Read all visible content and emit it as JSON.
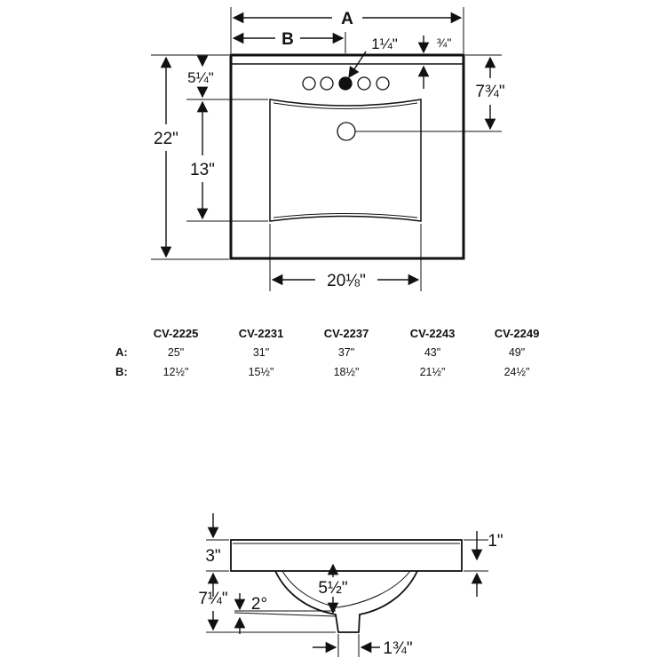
{
  "top_view": {
    "dim_A": "A",
    "dim_B": "B",
    "faucet_hole": "1¼\"",
    "back_edge": "¾\"",
    "to_drain": "7¾\"",
    "to_bowl": "5¼\"",
    "depth": "22\"",
    "bowl_depth": "13\"",
    "bowl_width": "20⅛\""
  },
  "table": {
    "models": [
      "CV-2225",
      "CV-2231",
      "CV-2237",
      "CV-2243",
      "CV-2249"
    ],
    "rows": [
      {
        "label": "A:",
        "values": [
          "25\"",
          "31\"",
          "37\"",
          "43\"",
          "49\""
        ]
      },
      {
        "label": "B:",
        "values": [
          "12½\"",
          "15½\"",
          "18½\"",
          "21½\"",
          "24½\""
        ]
      }
    ]
  },
  "side_view": {
    "deck": "3\"",
    "lip": "1\"",
    "bowl_height": "7¼\"",
    "slope": "2°",
    "inner": "5½\"",
    "drain_offset": "1¾\""
  }
}
